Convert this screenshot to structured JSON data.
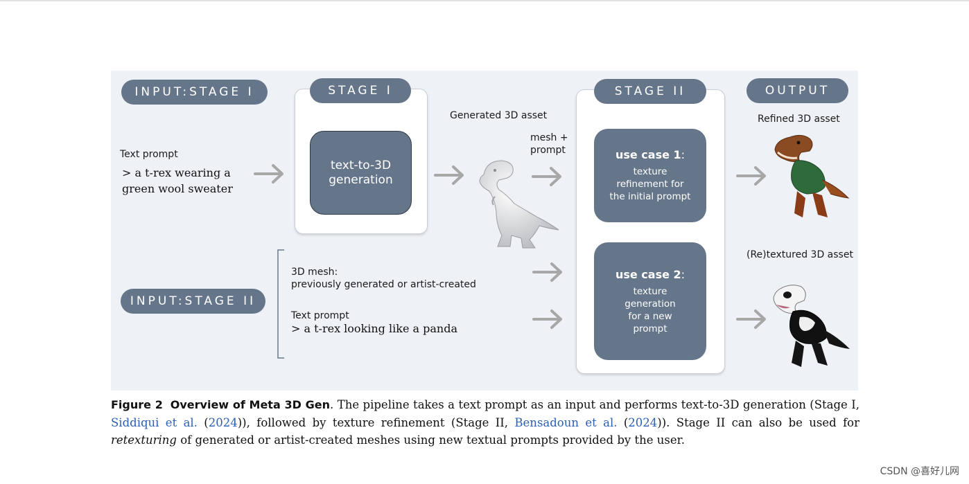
{
  "figure": {
    "pills": {
      "input_stage1": "INPUT:STAGE I",
      "stage1": "STAGE I",
      "stage2": "STAGE II",
      "output": "OUTPUT",
      "input_stage2": "INPUT:STAGE II"
    },
    "stage1_input": {
      "label": "Text prompt",
      "prompt_line1": "> a t-rex wearing a",
      "prompt_line2": "green wool sweater"
    },
    "stage1_box": {
      "line1": "text-to-3D",
      "line2": "generation"
    },
    "generated_label": "Generated 3D asset",
    "mesh_prompt": {
      "line1": "mesh +",
      "line2": "prompt"
    },
    "use_case1": {
      "title_main": "use case 1",
      "title_colon": ":",
      "lines": [
        "texture",
        "refinement for",
        "the initial prompt"
      ]
    },
    "use_case2": {
      "title_main": "use case 2",
      "title_colon": ":",
      "lines": [
        "texture",
        "generation",
        "for a new",
        "prompt"
      ]
    },
    "refined_label": "Refined 3D asset",
    "retextured_label": "(Re)textured 3D asset",
    "stage2_input": {
      "mesh_label": "3D mesh:",
      "mesh_desc": "previously generated or artist-created",
      "prompt_label": "Text prompt",
      "prompt": "> a t-rex looking like a panda"
    }
  },
  "caption": {
    "figure_num": "Figure 2",
    "title": "Overview of Meta 3D Gen",
    "text1": ". The pipeline takes a text prompt as an input and performs text-to-3D generation (Stage I, ",
    "cite1_name": "Siddiqui et al.",
    "cite1_open": " (",
    "cite1_year": "2024",
    "text2": ")), followed by texture refinement (Stage II, ",
    "cite2_name": "Bensadoun et al.",
    "cite2_open": " (",
    "cite2_year": "2024",
    "text3": ")). Stage II can also be used for ",
    "italic": "retexturing",
    "text4": " of generated or artist-created meshes using new textual prompts provided by the user."
  },
  "watermark": "CSDN @喜好儿网",
  "colors": {
    "panel_bg": "#eef1f5",
    "pill": "#66768a",
    "arrow": "#a7a7a7",
    "cite": "#2b5fb4"
  },
  "icons": [
    "arrow-right-icon",
    "bracket-icon",
    "trex-white-image",
    "trex-sweater-image",
    "trex-panda-image"
  ]
}
